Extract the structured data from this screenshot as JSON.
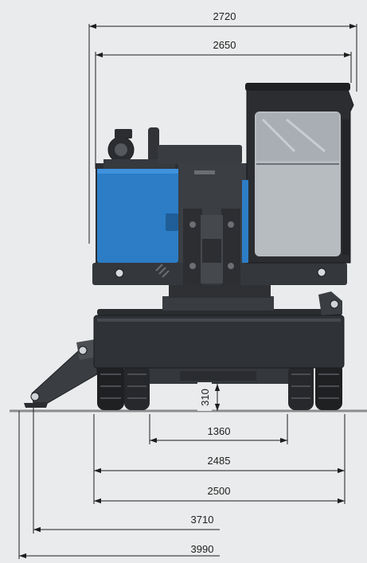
{
  "diagram": {
    "colors": {
      "background": "#eaebec",
      "machine_dark": "#2b2d30",
      "machine_mid": "#3d4044",
      "accent_blue": "#2c7dc6",
      "dimension_line": "#1e1e1e",
      "ground": "#8a8c8e"
    },
    "dimensions": {
      "overall_width_top": "2720",
      "upper_width": "2650",
      "ground_clearance": "310",
      "track_inner": "1360",
      "track_gauge": "2485",
      "undercarriage_width": "2500",
      "outrigger_width": "3710",
      "max_width": "3990"
    }
  }
}
